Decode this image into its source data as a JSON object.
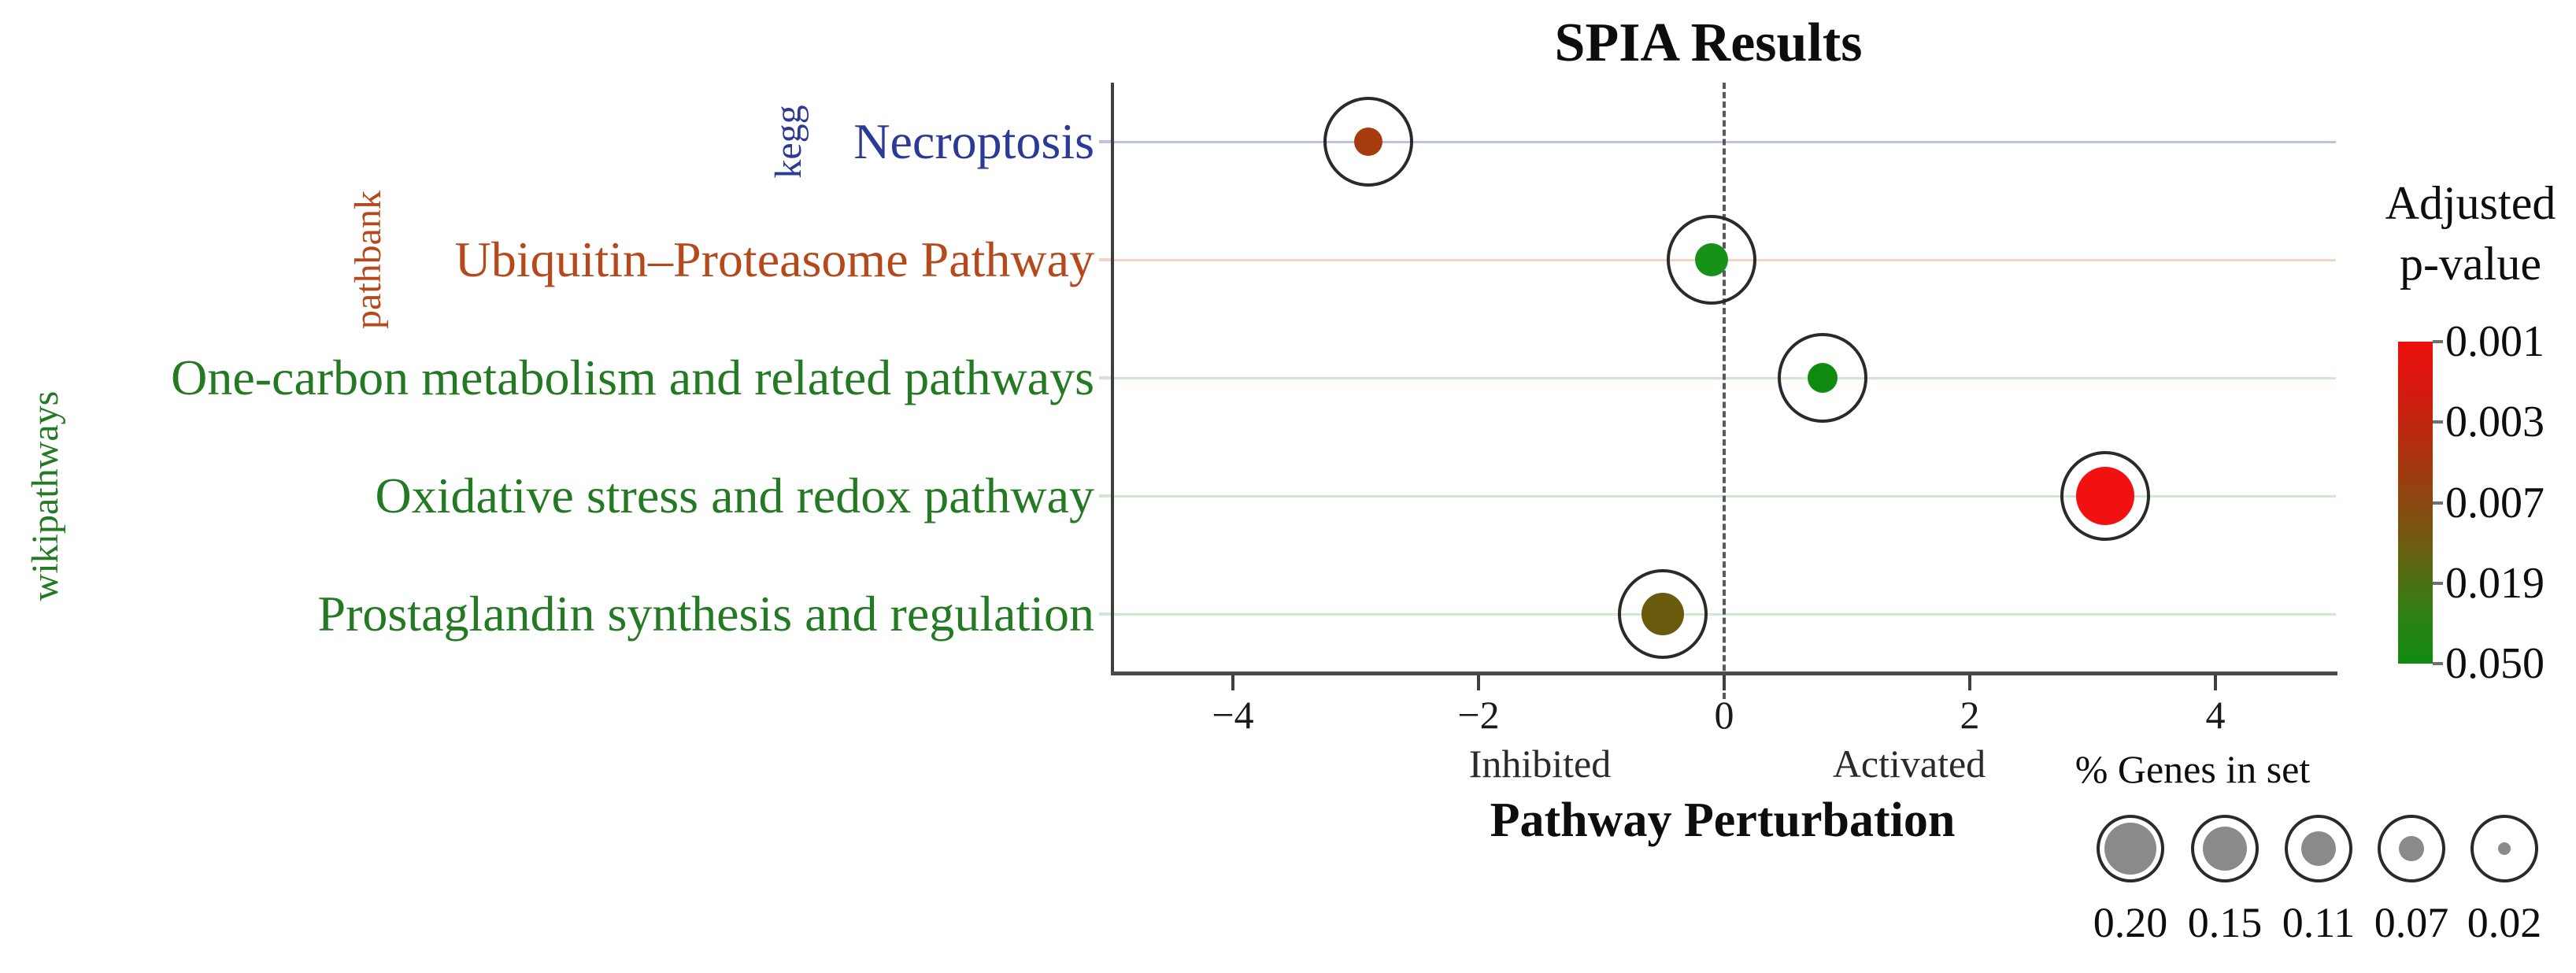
{
  "title": "SPIA Results",
  "x_axis": {
    "tick_labels": [
      "−4",
      "−2",
      "0",
      "2",
      "4"
    ],
    "tick_values": [
      -4,
      -2,
      0,
      2,
      4
    ],
    "inhibited": "Inhibited",
    "activated": "Activated",
    "title": "Pathway Perturbation"
  },
  "pathway_rows": [
    {
      "db": "kegg",
      "label": "Necroptosis",
      "label_color": "#2b3a96",
      "grid_color": "#b9c3e6"
    },
    {
      "db": "pathbank",
      "label": "Ubiquitin–Proteasome Pathway",
      "label_color": "#b5491c",
      "grid_color": "#f3d4c3"
    },
    {
      "db": "wikipathways",
      "label": "One-carbon metabolism and related pathways",
      "label_color": "#237a23",
      "grid_color": "#cfe8cf"
    },
    {
      "db": "wikipathways",
      "label": "Oxidative stress and redox pathway",
      "label_color": "#237a23",
      "grid_color": "#cfe8cf"
    },
    {
      "db": "wikipathways",
      "label": "Prostaglandin synthesis and regulation",
      "label_color": "#237a23",
      "grid_color": "#cfe8cf"
    }
  ],
  "db_groups": [
    {
      "name": "kegg",
      "color": "#2b3a96",
      "rows": [
        0,
        0
      ]
    },
    {
      "name": "pathbank",
      "color": "#b5491c",
      "rows": [
        1,
        1
      ]
    },
    {
      "name": "wikipathways",
      "color": "#237a23",
      "rows": [
        2,
        4
      ]
    }
  ],
  "points": [
    {
      "row": 0,
      "x": -2.9,
      "color": "#a63c0e",
      "radius": 18
    },
    {
      "row": 1,
      "x": -0.1,
      "color": "#179117",
      "radius": 21
    },
    {
      "row": 2,
      "x": 0.8,
      "color": "#118a11",
      "radius": 19
    },
    {
      "row": 3,
      "x": 3.1,
      "color": "#f21111",
      "radius": 37
    },
    {
      "row": 4,
      "x": -0.5,
      "color": "#6a5a0e",
      "radius": 27
    }
  ],
  "color_legend": {
    "title_line1": "Adjusted",
    "title_line2": "p-value",
    "tick_labels": [
      "0.001",
      "0.003",
      "0.007",
      "0.019",
      "0.050"
    ],
    "gradient_stops": [
      [
        "#ec0f0d",
        0
      ],
      [
        "#d01c0e",
        18
      ],
      [
        "#a03a10",
        40
      ],
      [
        "#6d5c10",
        63
      ],
      [
        "#2f8013",
        85
      ],
      [
        "#128a12",
        100
      ]
    ]
  },
  "size_legend": {
    "title": "% Genes in set",
    "dot_color": "#8a8a8a",
    "items": [
      {
        "label": "0.20",
        "radius": 33
      },
      {
        "label": "0.15",
        "radius": 28
      },
      {
        "label": "0.11",
        "radius": 22
      },
      {
        "label": "0.07",
        "radius": 16
      },
      {
        "label": "0.02",
        "radius": 8
      }
    ]
  },
  "chart_data": {
    "type": "scatter",
    "title": "SPIA Results",
    "xlabel": "Pathway Perturbation",
    "x_axis_annotations": [
      "Inhibited",
      "Activated"
    ],
    "xlim": [
      -5,
      5
    ],
    "x_ticks": [
      -4,
      -2,
      0,
      2,
      4
    ],
    "grid": true,
    "zero_reference_line": true,
    "series": [
      {
        "pathway": "Necroptosis",
        "database": "kegg",
        "pathway_perturbation": -2.9,
        "adjusted_p_value": 0.003,
        "pct_genes_in_set": 0.09
      },
      {
        "pathway": "Ubiquitin–Proteasome Pathway",
        "database": "pathbank",
        "pathway_perturbation": -0.1,
        "adjusted_p_value": 0.045,
        "pct_genes_in_set": 0.11
      },
      {
        "pathway": "One-carbon metabolism and related pathways",
        "database": "wikipathways",
        "pathway_perturbation": 0.8,
        "adjusted_p_value": 0.04,
        "pct_genes_in_set": 0.1
      },
      {
        "pathway": "Oxidative stress and redox pathway",
        "database": "wikipathways",
        "pathway_perturbation": 3.1,
        "adjusted_p_value": 0.001,
        "pct_genes_in_set": 0.22
      },
      {
        "pathway": "Prostaglandin synthesis and regulation",
        "database": "wikipathways",
        "pathway_perturbation": -0.5,
        "adjusted_p_value": 0.012,
        "pct_genes_in_set": 0.15
      }
    ],
    "color_legend": {
      "title": "Adjusted p-value",
      "ticks": [
        0.001,
        0.003,
        0.007,
        0.019,
        0.05
      ],
      "scale": "log-spaced, red (low p) to green (high p)"
    },
    "size_legend": {
      "title": "% Genes in set",
      "values": [
        0.2,
        0.15,
        0.11,
        0.07,
        0.02
      ]
    }
  }
}
